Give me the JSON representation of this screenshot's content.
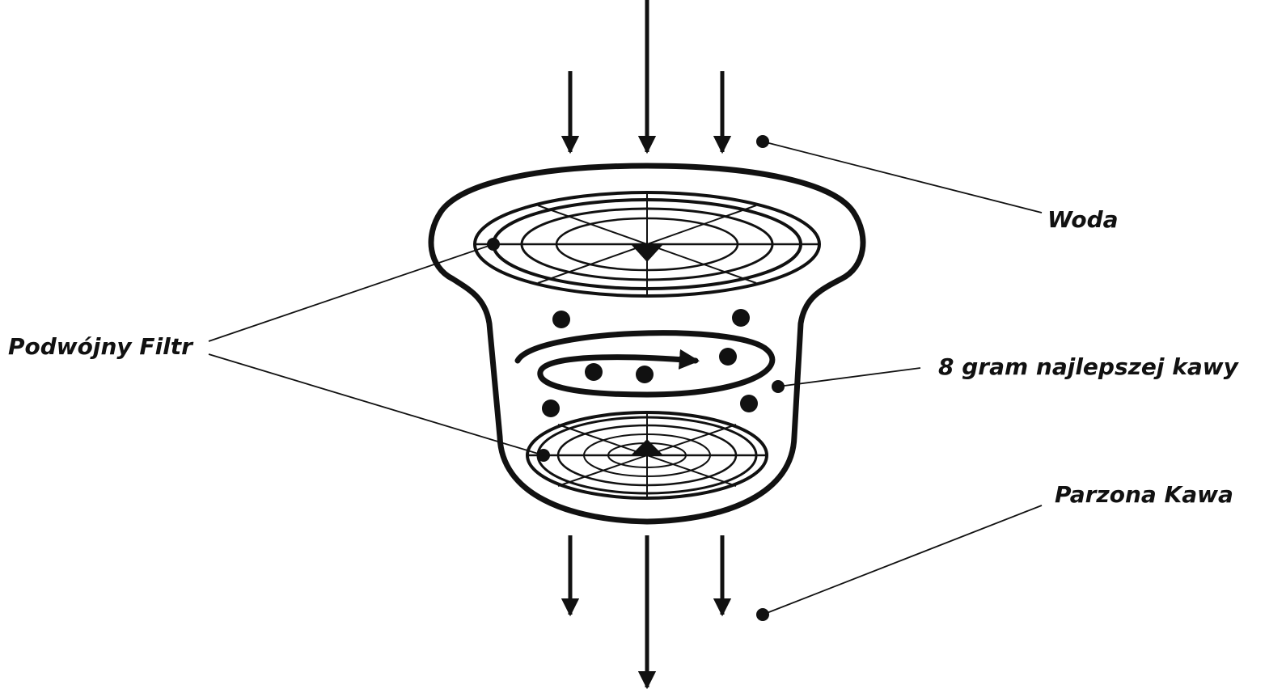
{
  "labels": {
    "water": "Woda",
    "double_filter": "Podwójny Filtr",
    "coffee_amount": "8 gram najlepszej kawy",
    "brewed_coffee": "Parzona Kawa"
  },
  "colors": {
    "ink": "#111111",
    "background": "#ffffff"
  }
}
